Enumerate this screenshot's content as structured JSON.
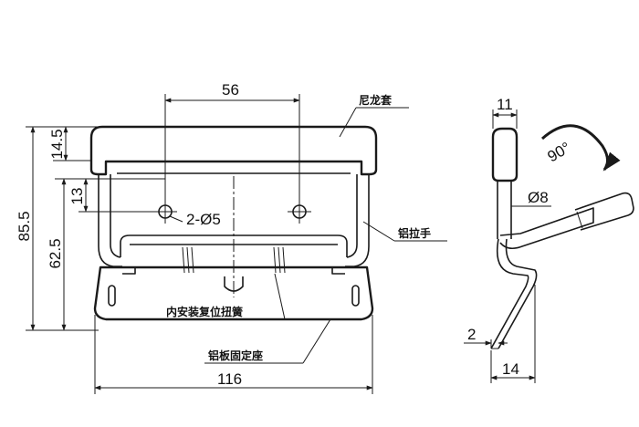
{
  "dimensions": {
    "width_overall": "116",
    "hole_spacing": "56",
    "height_overall": "85.5",
    "height_plate": "62.5",
    "handle_top": "14.5",
    "hole_offset": "13",
    "hole_callout": "2-Ø5",
    "side_thickness": "11",
    "grip_diameter": "Ø8",
    "plate_thickness": "2",
    "side_depth": "14",
    "rotation_angle": "90°"
  },
  "labels": {
    "nylon_sleeve": "尼龙套",
    "aluminum_handle": "铝拉手",
    "internal_spring": "内安装复位扭簧",
    "aluminum_base": "铝板固定座"
  }
}
